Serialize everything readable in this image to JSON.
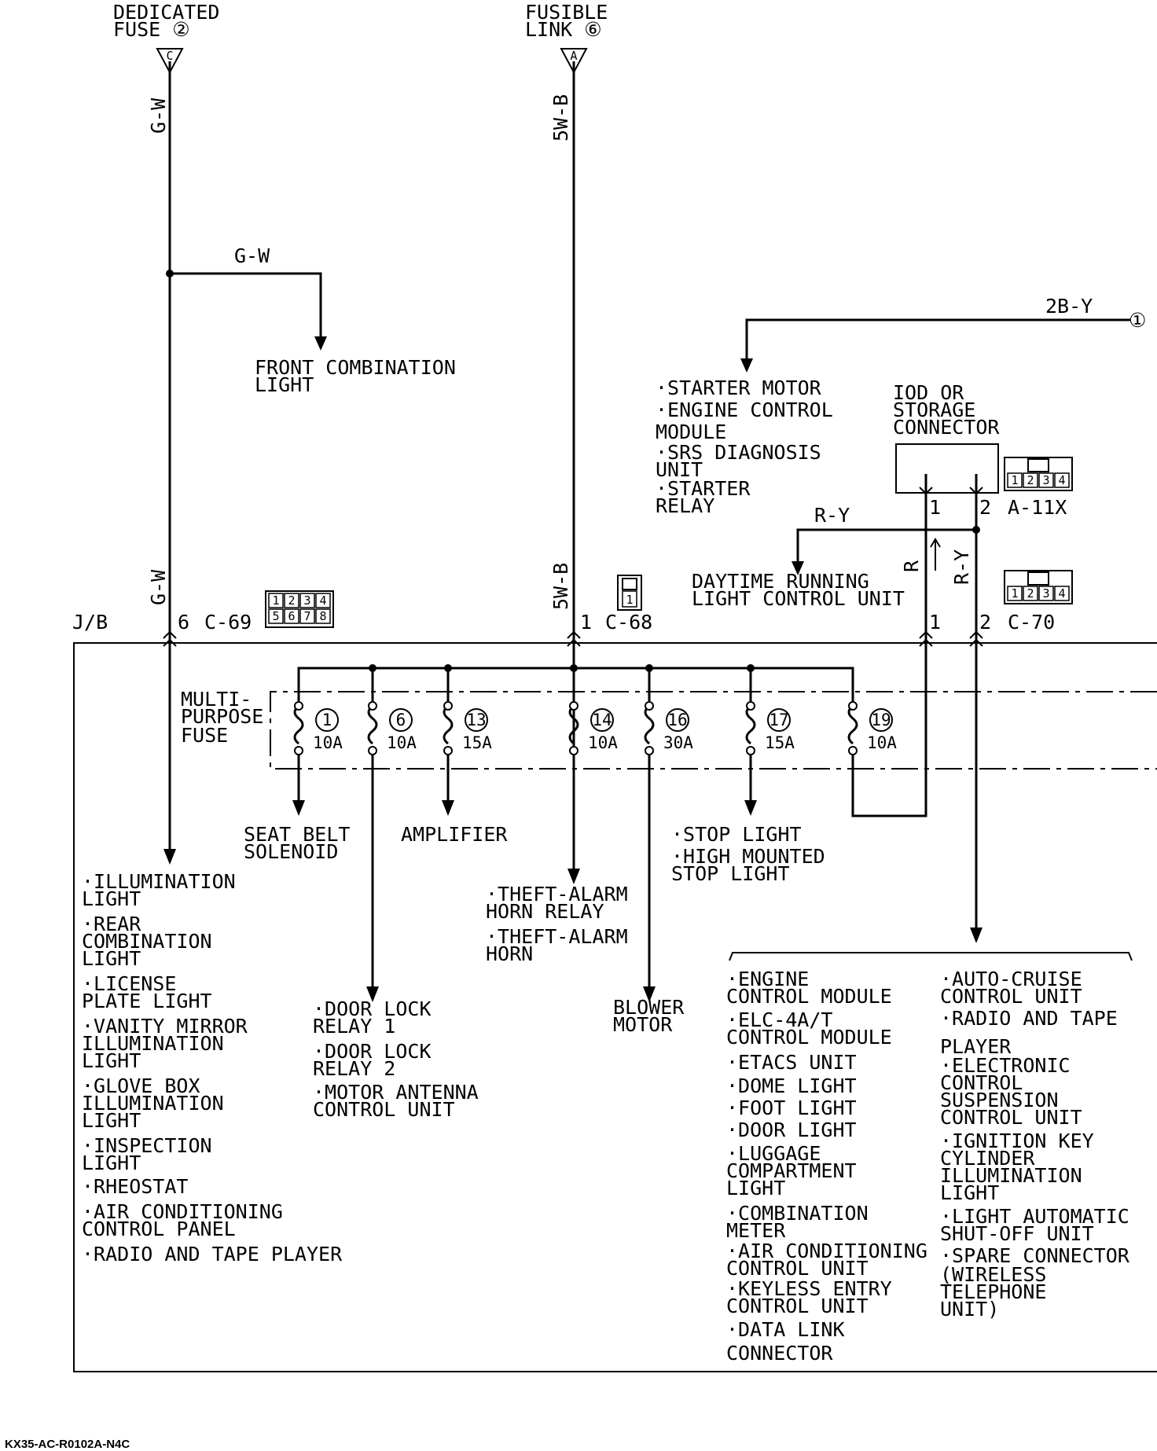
{
  "sources": {
    "dedicated_fuse": [
      "DEDICATED",
      "FUSE ②"
    ],
    "dedicated_terminal": "C",
    "fusible_link": [
      "FUSIBLE",
      "LINK ⑥"
    ],
    "fusible_terminal": "A"
  },
  "wire_colors": {
    "gw_top": "G-W",
    "gw_branch": "G-W",
    "gw_low": "G-W",
    "wb_top": "5W-B",
    "wb_low": "5W-B",
    "by_top": "2B-Y",
    "ry_branch": "R-Y",
    "r_vert": "R",
    "ry_vert": "R-Y"
  },
  "connection_ref": "①",
  "front_combination_light": [
    "FRONT COMBINATION",
    "LIGHT"
  ],
  "starter_group": [
    "·STARTER MOTOR",
    "·ENGINE CONTROL",
    " MODULE",
    "·SRS DIAGNOSIS",
    " UNIT",
    "·STARTER",
    " RELAY"
  ],
  "iod": {
    "label": [
      "IOD OR",
      "STORAGE",
      "CONNECTOR"
    ],
    "pin1": "1",
    "pin2": "2",
    "connector_id": "A-11X",
    "icon_pins": [
      "1",
      "2",
      "3",
      "4"
    ]
  },
  "drl": [
    "DAYTIME RUNNING",
    "LIGHT CONTROL UNIT"
  ],
  "junction_block": {
    "label": "J/B",
    "c69": {
      "pin": "6",
      "id": "C-69",
      "icon_pins": [
        "1",
        "2",
        "3",
        "4",
        "5",
        "6",
        "7",
        "8"
      ]
    },
    "c68": {
      "pin": "1",
      "id": "C-68",
      "icon_pins": [
        "1"
      ]
    },
    "c70": {
      "pin1": "1",
      "pin2": "2",
      "id": "C-70",
      "icon_pins": [
        "1",
        "2",
        "3",
        "4"
      ]
    }
  },
  "mpf_label": [
    "MULTI-",
    "PURPOSE",
    "FUSE"
  ],
  "fuses": [
    {
      "num": "1",
      "amps": "10A"
    },
    {
      "num": "6",
      "amps": "10A"
    },
    {
      "num": "13",
      "amps": "15A"
    },
    {
      "num": "14",
      "amps": "10A"
    },
    {
      "num": "16",
      "amps": "30A"
    },
    {
      "num": "17",
      "amps": "15A"
    },
    {
      "num": "19",
      "amps": "10A"
    }
  ],
  "loads": {
    "seat_belt": [
      "SEAT BELT",
      "SOLENOID"
    ],
    "amplifier": [
      "AMPLIFIER"
    ],
    "stop_light": [
      "·STOP LIGHT",
      "·HIGH MOUNTED",
      " STOP LIGHT"
    ],
    "theft": [
      "·THEFT-ALARM",
      " HORN RELAY",
      "·THEFT-ALARM",
      " HORN"
    ],
    "illumination": [
      "·ILLUMINATION",
      " LIGHT",
      "·REAR",
      " COMBINATION",
      " LIGHT",
      "·LICENSE",
      " PLATE LIGHT",
      "·VANITY MIRROR",
      " ILLUMINATION",
      " LIGHT",
      "·GLOVE BOX",
      " ILLUMINATION",
      " LIGHT",
      "·INSPECTION",
      " LIGHT",
      "·RHEOSTAT",
      "·AIR CONDITIONING",
      " CONTROL PANEL",
      "·RADIO AND TAPE PLAYER"
    ],
    "door_lock": [
      "·DOOR LOCK",
      " RELAY 1",
      "·DOOR LOCK",
      " RELAY 2",
      "·MOTOR ANTENNA",
      " CONTROL UNIT"
    ],
    "blower": [
      "BLOWER",
      "MOTOR"
    ],
    "right_col1": [
      "·ENGINE",
      " CONTROL MODULE",
      "·ELC-4A/T",
      " CONTROL MODULE",
      "·ETACS UNIT",
      "·DOME LIGHT",
      "·FOOT LIGHT",
      "·DOOR LIGHT",
      "·LUGGAGE",
      " COMPARTMENT",
      " LIGHT",
      "·COMBINATION",
      " METER",
      "·AIR CONDITIONING",
      " CONTROL UNIT",
      "·KEYLESS ENTRY",
      " CONTROL UNIT",
      "·DATA LINK",
      " CONNECTOR"
    ],
    "right_col2": [
      "·AUTO-CRUISE",
      " CONTROL UNIT",
      "·RADIO AND TAPE",
      " PLAYER",
      "·ELECTRONIC",
      " CONTROL",
      " SUSPENSION",
      " CONTROL UNIT",
      "·IGNITION KEY",
      " CYLINDER",
      " ILLUMINATION",
      " LIGHT",
      "·LIGHT AUTOMATIC",
      " SHUT-OFF UNIT",
      "·SPARE CONNECTOR",
      "(WIRELESS",
      " TELEPHONE",
      " UNIT)"
    ]
  },
  "footer_code": "KX35-AC-R0102A-N4C"
}
